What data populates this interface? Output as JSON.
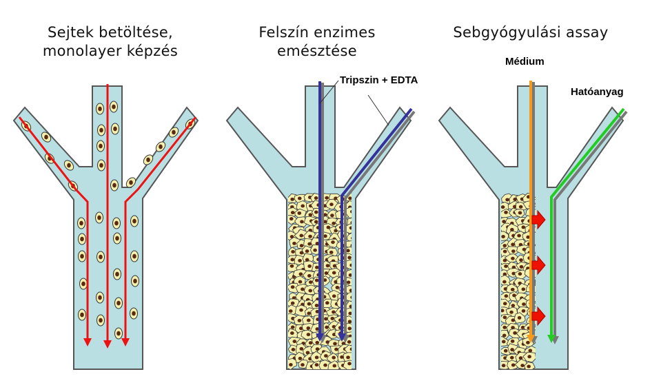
{
  "panels": [
    {
      "title_line1": "Sejtek betöltése,",
      "title_line2": "monolayer képzés"
    },
    {
      "title_line1": "Felszín enzimes",
      "title_line2": "emésztése"
    },
    {
      "title_line1": "Sebgyógyulási assay",
      "title_line2": ""
    }
  ],
  "labels": {
    "trypsin": "Tripszin + EDTA",
    "medium": "Médium",
    "drug": "Hatóanyag"
  },
  "colors": {
    "channel_fill": "#b9dfe3",
    "channel_stroke": "#555555",
    "loading_arrow": "#ee1111",
    "trypsin_arrow": "#333399",
    "medium_arrow": "#f59a1a",
    "drug_arrow": "#22cc22",
    "diffusion_arrow": "#ee1100",
    "cell_fill": "#f4f0b0",
    "nucleus": "#5a2a10"
  }
}
